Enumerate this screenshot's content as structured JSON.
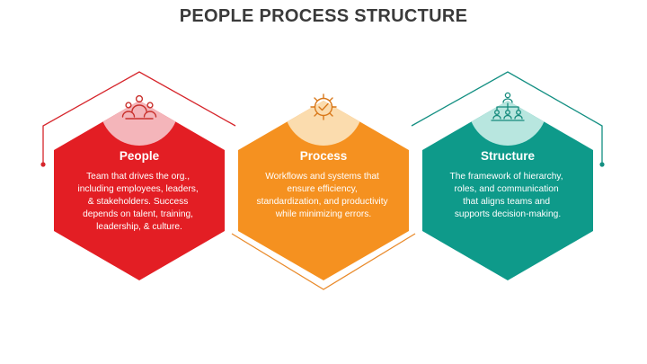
{
  "slide": {
    "title": "PEOPLE PROCESS STRUCTURE"
  },
  "cards": [
    {
      "key": "people",
      "heading": "People",
      "icon": "team-people-icon",
      "color": "#e31e24",
      "circle_color": "#f4b5ba",
      "icon_color": "#c9302c",
      "line_color": "#d6252b",
      "body_lines": [
        "Team that drives the org.,",
        "including employees, leaders,",
        "& stakeholders. Success",
        "depends on talent, training,",
        "leadership, & culture."
      ]
    },
    {
      "key": "process",
      "heading": "Process",
      "icon": "gear-check-icon",
      "color": "#f59120",
      "circle_color": "#fbdcae",
      "icon_color": "#d9781a",
      "line_color": "#e98a2a",
      "body_lines": [
        "Workflows and systems that",
        "ensure efficiency,",
        "standardization, and productivity",
        "while minimizing errors."
      ]
    },
    {
      "key": "structure",
      "heading": "Structure",
      "icon": "org-chart-icon",
      "color": "#0e9a8a",
      "circle_color": "#b8e6df",
      "icon_color": "#148a7c",
      "line_color": "#138f82",
      "body_lines": [
        "The framework of hierarchy,",
        "roles, and communication",
        "that aligns teams and",
        "supports decision-making."
      ]
    }
  ]
}
